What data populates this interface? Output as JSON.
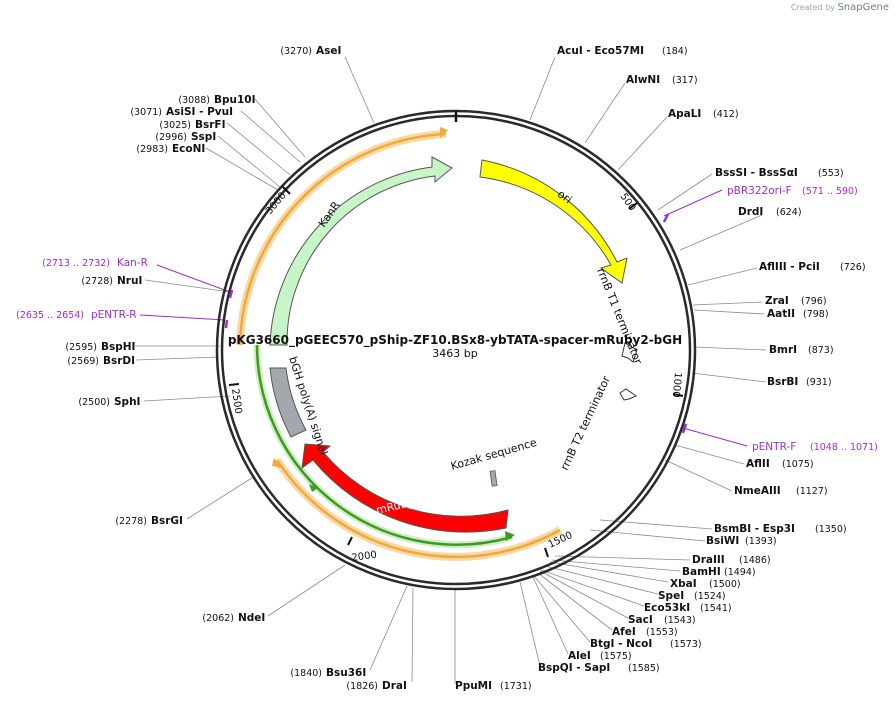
{
  "credit": {
    "prefix": "Created by",
    "brand": "SnapGene"
  },
  "plasmid": {
    "name": "pKG3660_pGEEC570_pShip-ZF10.BSx8-ybTATA-spacer-mRuby2-bGH",
    "size_label": "3463 bp"
  },
  "ticks": [
    "500",
    "1000",
    "1500",
    "2000",
    "2500",
    "3000"
  ],
  "features": {
    "ori": "ori",
    "kanr": "KanR",
    "mruby2": "mRuby2",
    "bgh": "bGH poly(A) signal",
    "t1": "rrnB T1 terminator",
    "t2": "rrnB T2 terminator",
    "kozak": "Kozak sequence"
  },
  "enzymes": [
    {
      "name": "AseI",
      "pos": "(3270)"
    },
    {
      "name": "AcuI   -  Eco57MI",
      "pos": "(184)"
    },
    {
      "name": "AlwNI",
      "pos": "(317)"
    },
    {
      "name": "ApaLI",
      "pos": "(412)"
    },
    {
      "name": "BssSI   -  BssSαI",
      "pos": "(553)"
    },
    {
      "name": "DrdI",
      "pos": "(624)"
    },
    {
      "name": "AflIII  -  PciI",
      "pos": "(726)"
    },
    {
      "name": "ZraI",
      "pos": "(796)"
    },
    {
      "name": "AatII",
      "pos": "(798)"
    },
    {
      "name": "BmrI",
      "pos": "(873)"
    },
    {
      "name": "BsrBI",
      "pos": "(931)"
    },
    {
      "name": "AflII",
      "pos": "(1075)"
    },
    {
      "name": "NmeAIII",
      "pos": "(1127)"
    },
    {
      "name": "BsmBI   -  Esp3I",
      "pos": "(1350)"
    },
    {
      "name": "BsiWI",
      "pos": "(1393)"
    },
    {
      "name": "DraIII",
      "pos": "(1486)"
    },
    {
      "name": "BamHI",
      "pos": "(1494)"
    },
    {
      "name": "XbaI",
      "pos": "(1500)"
    },
    {
      "name": "SpeI",
      "pos": "(1524)"
    },
    {
      "name": "Eco53kI",
      "pos": "(1541)"
    },
    {
      "name": "SacI",
      "pos": "(1543)"
    },
    {
      "name": "AfeI",
      "pos": "(1553)"
    },
    {
      "name": "BtgI  -  NcoI",
      "pos": "(1573)"
    },
    {
      "name": "AleI",
      "pos": "(1575)"
    },
    {
      "name": "BspQI   -  SapI",
      "pos": "(1585)"
    },
    {
      "name": "PpuMI",
      "pos": "(1731)"
    },
    {
      "name": "DraI",
      "pos": "(1826)"
    },
    {
      "name": "Bsu36I",
      "pos": "(1840)"
    },
    {
      "name": "NdeI",
      "pos": "(2062)"
    },
    {
      "name": "BsrGI",
      "pos": "(2278)"
    },
    {
      "name": "SphI",
      "pos": "(2500)"
    },
    {
      "name": "BsrDI",
      "pos": "(2569)"
    },
    {
      "name": "BspHI",
      "pos": "(2595)"
    },
    {
      "name": "NruI",
      "pos": "(2728)"
    },
    {
      "name": "EcoNI",
      "pos": "(2983)"
    },
    {
      "name": "SspI",
      "pos": "(2996)"
    },
    {
      "name": "BsrFI",
      "pos": "(3025)"
    },
    {
      "name": "AsiSI  -  PvuI",
      "pos": "(3071)"
    },
    {
      "name": "Bpu10I",
      "pos": "(3088)"
    }
  ],
  "primers": [
    {
      "name": "pBR322ori-F",
      "pos": "(571 .. 590)"
    },
    {
      "name": "pENTR-F",
      "pos": "(1048 .. 1071)"
    },
    {
      "name": "Kan-R",
      "pos": "(2713 .. 2732)"
    },
    {
      "name": "pENTR-R",
      "pos": "(2635 .. 2654)"
    }
  ],
  "colors": {
    "backbone": "#2a2a2a",
    "ori": "#ffff00",
    "kanr": "#c8f5c8",
    "mruby2": "#ff0000",
    "bgh": "#a3a8ae",
    "orange_feature": "#f2a93b",
    "green_feature": "#3d9a22",
    "primer": "#9b30c9",
    "leader_line": "#8a8a8a"
  }
}
